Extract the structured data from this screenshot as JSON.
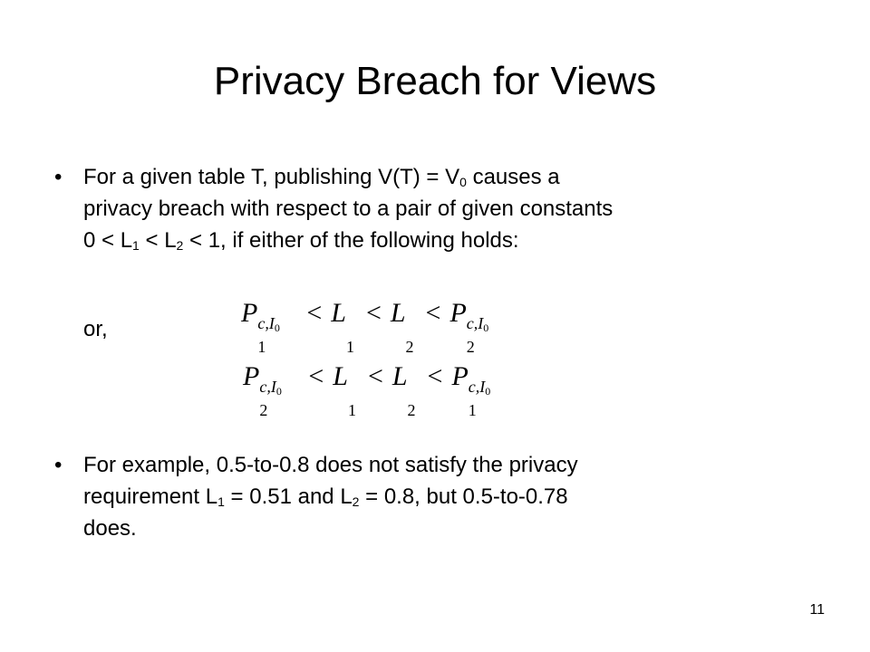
{
  "slide": {
    "title": "Privacy Breach for Views",
    "page_number": "11",
    "bullet_glyph": "•",
    "bullet1": {
      "line1_a": "For a given table T, publishing V(T) = V",
      "line1_sub": "0",
      "line1_b": " causes a",
      "line2": "privacy breach with respect to a pair of given constants",
      "line3_a": "0 < L",
      "line3_sub1": "1",
      "line3_b": " < L",
      "line3_sub2": "2",
      "line3_c": " < 1, if either of the following holds:"
    },
    "or_text": "or,",
    "formula1": {
      "p": "P",
      "first_index": "1",
      "second_index": "2",
      "sup_main": "c,I",
      "sup_sub": "0",
      "lt": "<",
      "l": "L",
      "l1_index": "1",
      "l2_index": "2"
    },
    "formula2": {
      "p": "P",
      "first_index": "2",
      "second_index": "1",
      "sup_main": "c,I",
      "sup_sub": "0",
      "lt": "<",
      "l": "L",
      "l1_index": "1",
      "l2_index": "2"
    },
    "bullet2": {
      "line1": "For example, 0.5-to-0.8 does not satisfy the privacy",
      "line2_a": "requirement L",
      "line2_sub1": "1",
      "line2_b": " = 0.51 and L",
      "line2_sub2": "2",
      "line2_c": " = 0.8, but 0.5-to-0.78",
      "line3": "does."
    }
  }
}
